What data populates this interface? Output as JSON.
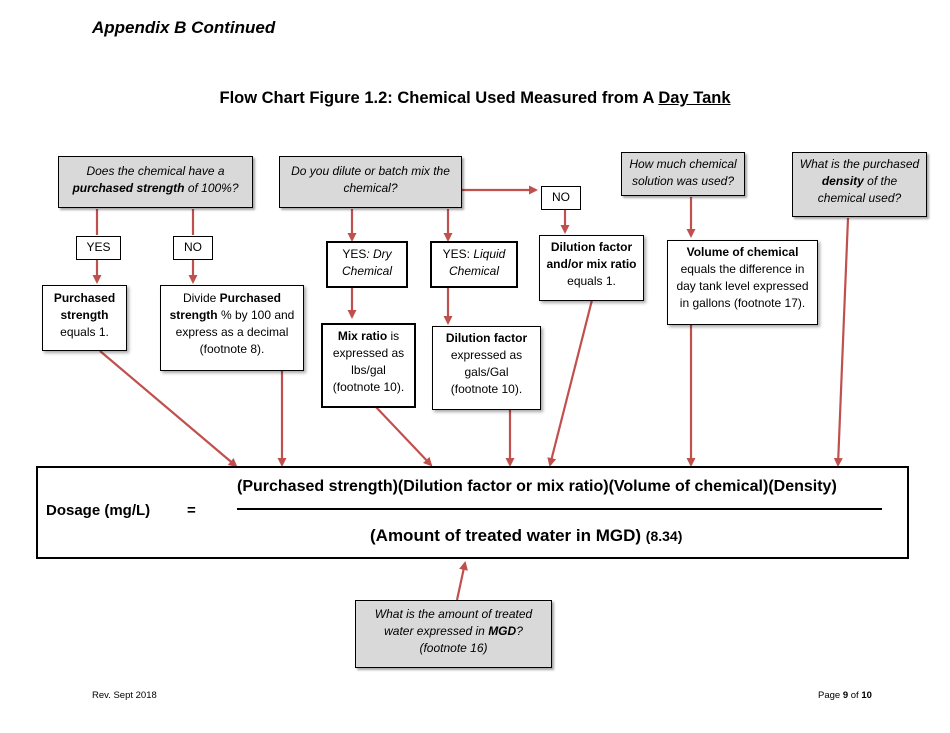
{
  "header": {
    "appendix": "Appendix B Continued",
    "title_main": "Flow Chart Figure 1.2: Chemical Used Measured from A ",
    "title_underlined": "Day Tank"
  },
  "questions": {
    "strength_pre": "Does the chemical have a ",
    "strength_bold": "purchased strength",
    "strength_post": " of 100%?",
    "dilute": "Do you dilute or batch mix the chemical?",
    "volume": "How much chemical solution was used?",
    "density_pre": "What is the purchased ",
    "density_bold": "density",
    "density_post": " of the chemical used?",
    "mgd_pre": "What is the amount of treated water expressed in ",
    "mgd_bold": "MGD",
    "mgd_post": "?",
    "mgd_note": "(footnote 16)"
  },
  "labels": {
    "yes": "YES",
    "no": "NO",
    "no2": "NO",
    "yes_dry_prefix": "YES",
    "yes_dry_italic": ": Dry Chemical",
    "yes_liquid_prefix": "YES: ",
    "yes_liquid_italic": "Liquid Chemical"
  },
  "results": {
    "purchased_bold": "Purchased strength",
    "purchased_rest": "equals 1.",
    "divide_pre": "Divide ",
    "divide_bold": "Purchased strength",
    "divide_post": " % by 100 and express as a decimal",
    "divide_note": "(footnote 8).",
    "mix_bold": "Mix ratio",
    "mix_rest": " is expressed as lbs/gal",
    "mix_note": "(footnote 10).",
    "dil_bold": "Dilution factor",
    "dil_rest": "expressed as gals/Gal",
    "dil_note": "(footnote 10).",
    "dilmix_bold": "Dilution factor and/or mix ratio",
    "dilmix_rest": " equals 1.",
    "vol_bold": "Volume of chemical",
    "vol_rest": "equals the difference in day tank level expressed in gallons (footnote 17)."
  },
  "equation": {
    "dosage": "Dosage (mg/L)",
    "equals": "=",
    "numerator": "(Purchased strength)(Dilution factor or mix ratio)(Volume of chemical)(Density)",
    "denominator": "(Amount of treated water in MGD)",
    "multiplier": "(8.34)"
  },
  "footer": {
    "rev": "Rev. Sept 2018",
    "page_prefix": "Page ",
    "page_num": "9",
    "page_mid": " of ",
    "page_total": "10"
  },
  "colors": {
    "arrow": "#c0504d",
    "question_fill": "#d9d9d9"
  }
}
